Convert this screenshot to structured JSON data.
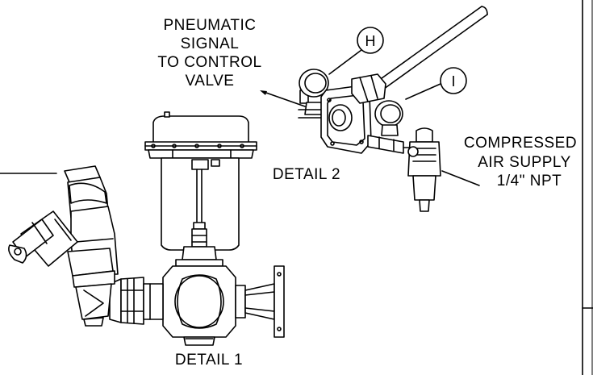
{
  "labels": {
    "pneumatic": [
      "PNEUMATIC",
      "SIGNAL",
      "TO CONTROL",
      "VALVE"
    ],
    "compressed": [
      "COMPRESSED",
      "AIR SUPPLY",
      "1/4\" NPT"
    ],
    "detail1": "DETAIL 1",
    "detail2": "DETAIL 2"
  },
  "callouts": {
    "h": "H",
    "i": "I"
  },
  "colors": {
    "line": "#000000",
    "background": "#ffffff"
  }
}
